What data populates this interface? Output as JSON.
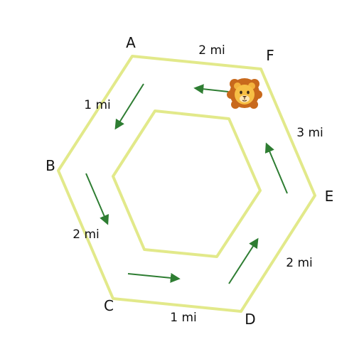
{
  "diagram": {
    "track_color": "#e2e98a",
    "arrow_color": "#2e7d32",
    "vertices": [
      {
        "id": "A",
        "label": "A"
      },
      {
        "id": "F",
        "label": "F"
      },
      {
        "id": "E",
        "label": "E"
      },
      {
        "id": "D",
        "label": "D"
      },
      {
        "id": "C",
        "label": "C"
      },
      {
        "id": "B",
        "label": "B"
      }
    ],
    "edges": [
      {
        "from": "A",
        "to": "F",
        "distance": "2 mi"
      },
      {
        "from": "F",
        "to": "E",
        "distance": "3 mi"
      },
      {
        "from": "E",
        "to": "D",
        "distance": "2 mi"
      },
      {
        "from": "D",
        "to": "C",
        "distance": "1 mi"
      },
      {
        "from": "C",
        "to": "B",
        "distance": "2 mi"
      },
      {
        "from": "B",
        "to": "A",
        "distance": "1 mi"
      }
    ],
    "runner": {
      "icon": "lion-face-icon",
      "glyph": "🦁",
      "near": "F"
    },
    "direction": "counter-clockwise"
  }
}
